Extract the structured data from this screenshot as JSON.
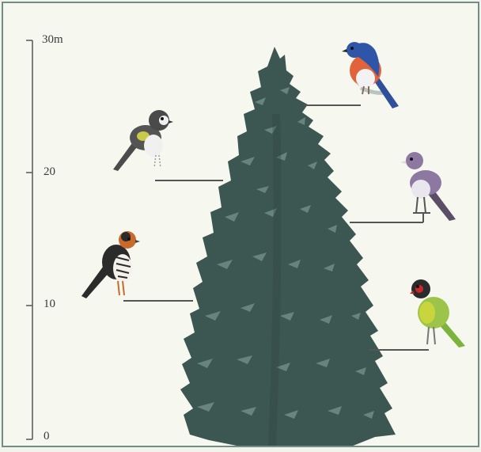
{
  "scale": {
    "ticks": [
      "30m",
      "20",
      "10",
      "0"
    ]
  },
  "colors": {
    "tree": "#3c5651",
    "tree_light": "#6f8c86",
    "line": "#555555",
    "background": "#f6f7ef"
  },
  "birds": [
    {
      "name": "bluebird",
      "colors": [
        "#2f55a8",
        "#e0633b",
        "#f2f2f2"
      ]
    },
    {
      "name": "warbler-upper-left",
      "colors": [
        "#4c4c4c",
        "#c9c94a",
        "#f0f0f0"
      ]
    },
    {
      "name": "purple-bird",
      "colors": [
        "#8d78a2",
        "#e9e6ee",
        "#5a4f66"
      ]
    },
    {
      "name": "striped-bird",
      "colors": [
        "#2b2b2b",
        "#c96a2b",
        "#f4f0ea"
      ]
    },
    {
      "name": "green-bird",
      "colors": [
        "#7cb33d",
        "#c9d53c",
        "#c9282a"
      ]
    }
  ]
}
